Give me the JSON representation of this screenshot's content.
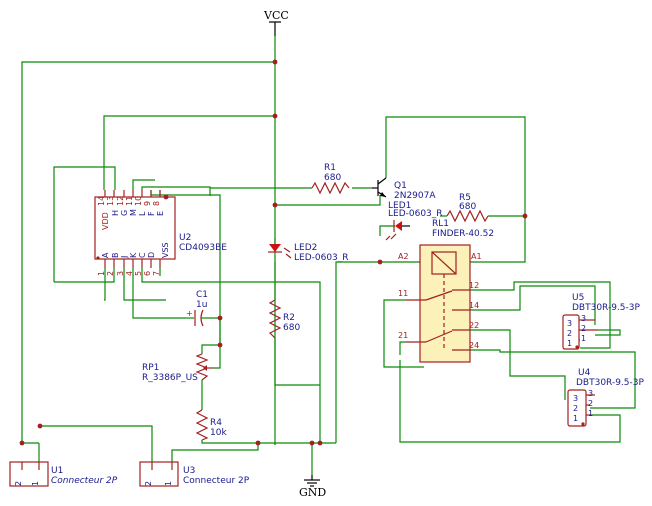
{
  "nets": {
    "vcc": "VCC",
    "gnd": "GND"
  },
  "u1": {
    "ref": "U1",
    "value": "Connecteur 2P",
    "pins": [
      "2",
      "1"
    ]
  },
  "u3": {
    "ref": "U3",
    "value": "Connecteur 2P",
    "pins": [
      "2",
      "1"
    ]
  },
  "u2": {
    "ref": "U2",
    "value": "CD4093BE",
    "top_pin_nums": [
      "14",
      "13",
      "12",
      "11",
      "10",
      "9",
      "8"
    ],
    "top_pin_names": [
      "VDD",
      "H",
      "G",
      "M",
      "L",
      "F",
      "E"
    ],
    "bottom_pin_nums": [
      "1",
      "2",
      "3",
      "4",
      "5",
      "6",
      "7"
    ],
    "bottom_pin_names": [
      "A",
      "B",
      "J",
      "K",
      "C",
      "D",
      "VSS"
    ]
  },
  "r1": {
    "ref": "R1",
    "value": "680"
  },
  "r2": {
    "ref": "R2",
    "value": "680"
  },
  "r4": {
    "ref": "R4",
    "value": "10k"
  },
  "r5": {
    "ref": "R5",
    "value": "680"
  },
  "q1": {
    "ref": "Q1",
    "value": "2N2907A"
  },
  "led1": {
    "ref": "LED1",
    "value": "LED-0603_R"
  },
  "led2": {
    "ref": "LED2",
    "value": "LED-0603_R"
  },
  "c1": {
    "ref": "C1",
    "value": "1u"
  },
  "rp1": {
    "ref": "RP1",
    "value": "R_3386P_US"
  },
  "rl1": {
    "ref": "RL1",
    "value": "FINDER-40.52",
    "pins": {
      "a2": "A2",
      "a1": "A1",
      "p11": "11",
      "p12": "12",
      "p14": "14",
      "p21": "21",
      "p22": "22",
      "p24": "24"
    }
  },
  "u5": {
    "ref": "U5",
    "value": "DBT30R-9.5-3P",
    "pins": [
      "3",
      "2",
      "1"
    ]
  },
  "u4": {
    "ref": "U4",
    "value": "DBT30R-9.5-3P",
    "pins": [
      "3",
      "2",
      "1"
    ]
  },
  "colors": {
    "wire": "#0b8a0b",
    "component": "#a32020",
    "label": "#1a1a8c",
    "relay_fill": "#fbf1b9",
    "led": "#d01010"
  }
}
